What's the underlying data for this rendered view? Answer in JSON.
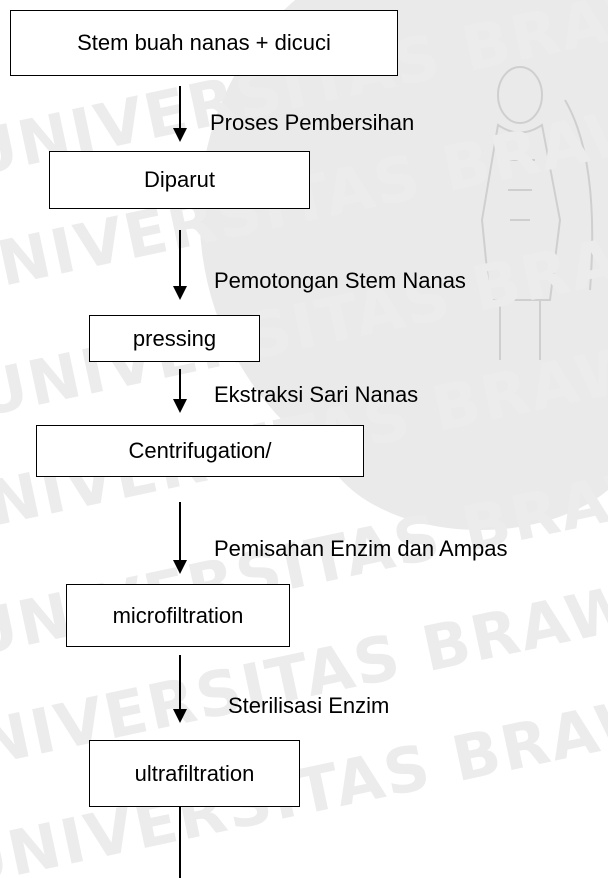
{
  "steps": [
    "Stem buah nanas + dicuci",
    "Diparut",
    "pressing",
    "Centrifugation/",
    "microfiltration",
    "ultrafiltration"
  ],
  "processes": [
    "Proses Pembersihan",
    "Pemotongan Stem Nanas",
    "Ekstraksi Sari Nanas",
    "Pemisahan Enzim dan Ampas",
    "Sterilisasi Enzim"
  ],
  "watermark": {
    "lines": [
      "UNIVERSITAS BRAWIJAYA",
      "UNIVERSITAS BRAWIJAYA",
      "UNIVERSITAS BRAWIJAYA",
      "UNIVERSITAS BRAWIJAYA",
      "UNIVERSITAS BRAWIJAYA",
      "UNIVERSITAS BRAWIJAYA",
      "UNIVERSITAS BRAWIJAYA"
    ]
  },
  "colors": {
    "line": "#000000",
    "watermark": "#e9e9e9"
  }
}
